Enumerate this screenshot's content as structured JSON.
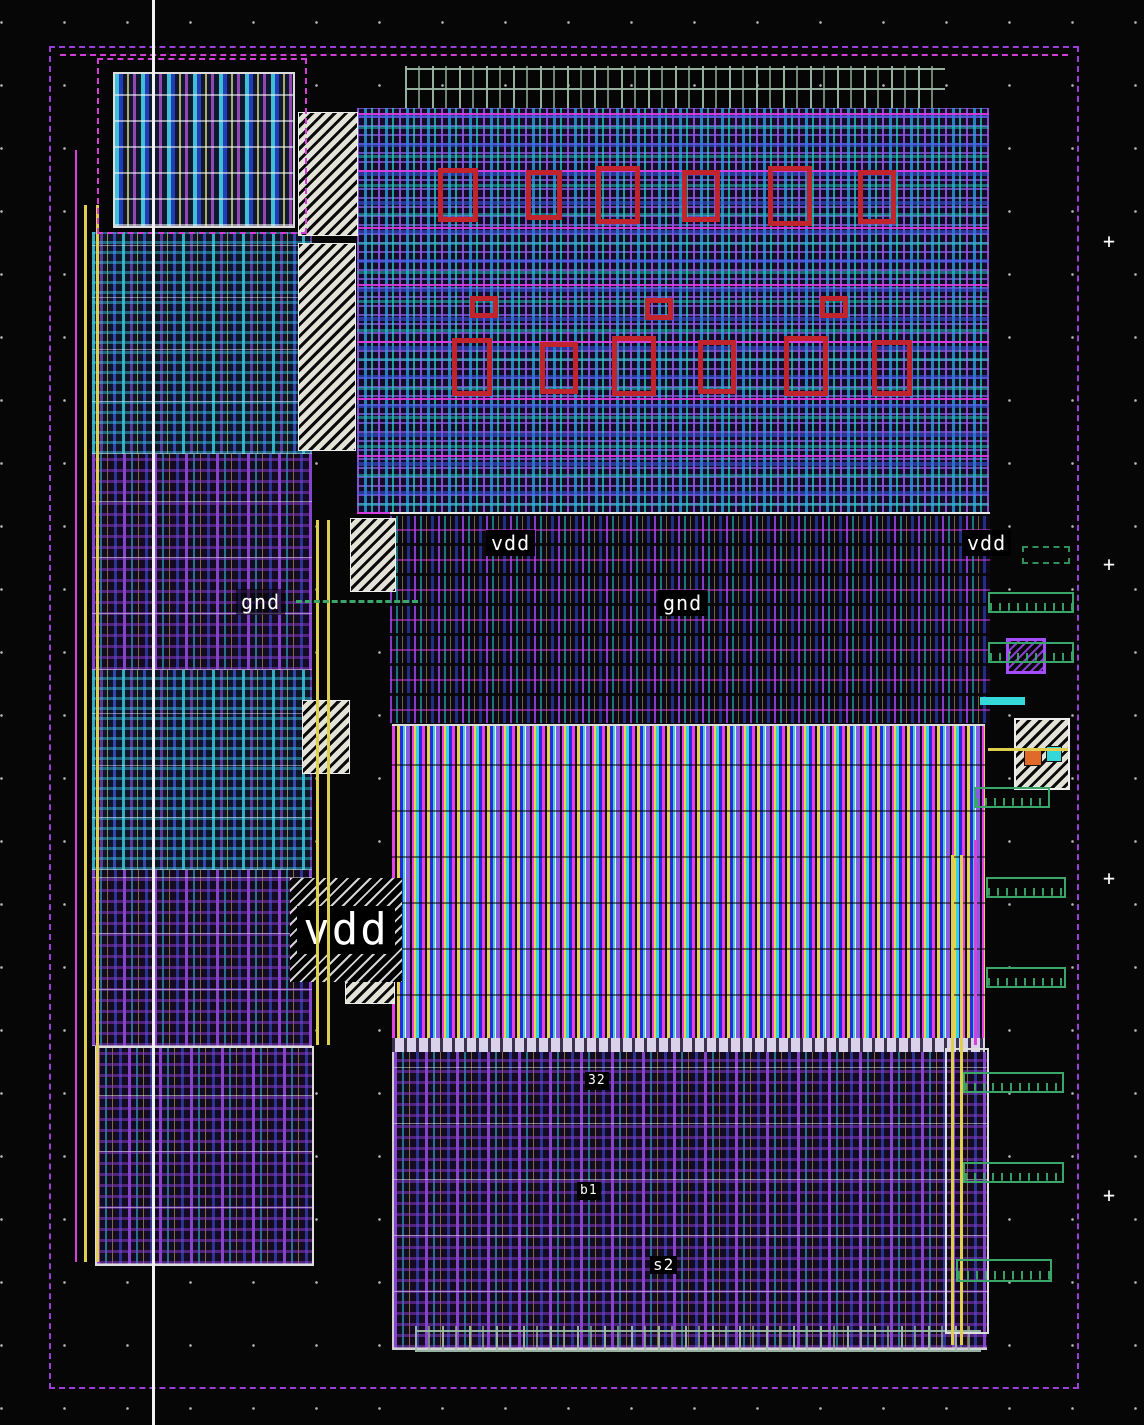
{
  "app": {
    "view": "ic-layout-canvas",
    "description": "VLSI chip layout editor viewport"
  },
  "power_labels": {
    "vdd_top_left": "vdd",
    "vdd_top_right": "vdd",
    "gnd_center": "gnd",
    "gnd_left": "gnd",
    "vdd_large": "vdd"
  },
  "net_labels": [
    {
      "text": "32"
    },
    {
      "text": "b1"
    },
    {
      "text": "s2"
    }
  ],
  "palette": {
    "background": "#060606",
    "boundary_dashed": "#9b3fd6",
    "boundary_dashed_top": "#cf3fd4",
    "metal_magenta": "#e83fe8",
    "metal_cyan": "#35d8d8",
    "metal_yellow": "#e0cf4e",
    "metal_blue": "#2a55dd",
    "metal_purple": "#8a5ae0",
    "poly_red": "#c2242e",
    "well_green": "#3aa66a",
    "comb_grey_green": "#9cb8a6",
    "grid_dots": "#ffffff",
    "label_text": "#ffffff"
  }
}
